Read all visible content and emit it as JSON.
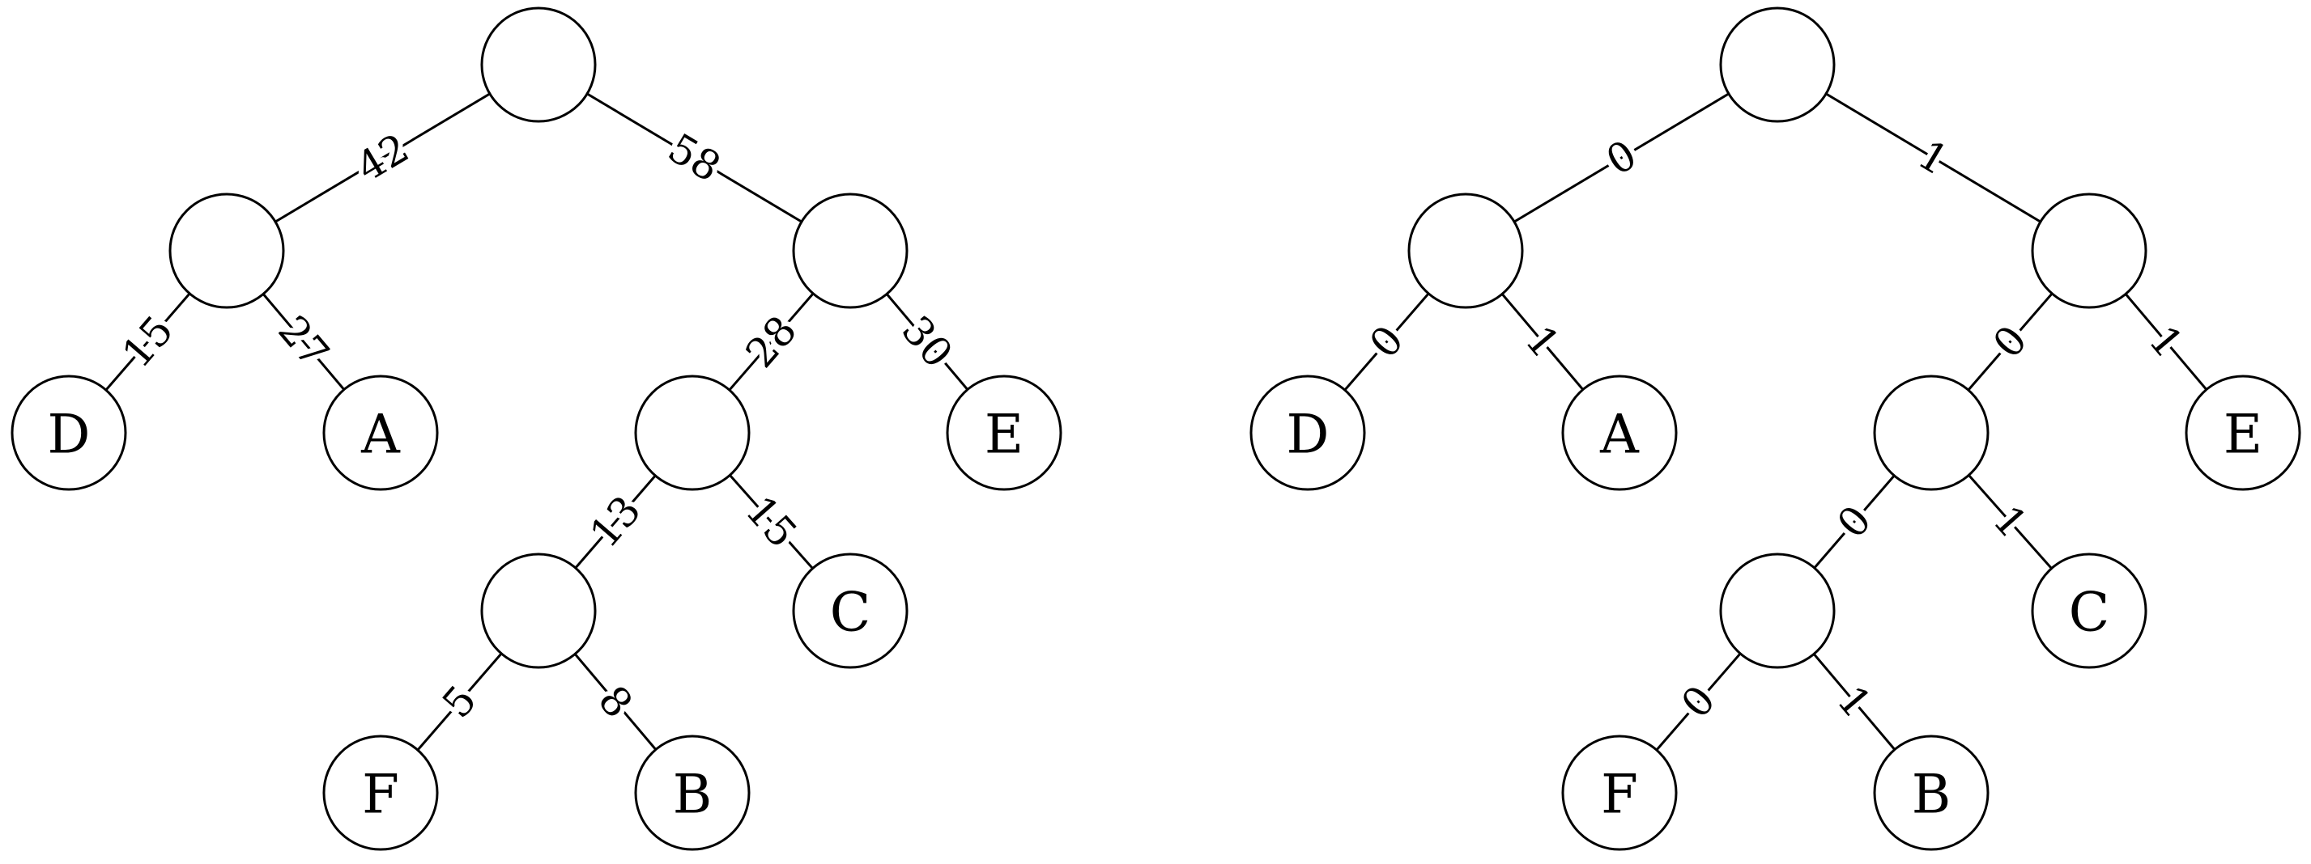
{
  "trees": [
    {
      "id": "weights",
      "nodes": [
        {
          "id": "root",
          "label": ""
        },
        {
          "id": "n42",
          "label": ""
        },
        {
          "id": "n58",
          "label": ""
        },
        {
          "id": "D",
          "label": "D"
        },
        {
          "id": "A",
          "label": "A"
        },
        {
          "id": "n28",
          "label": ""
        },
        {
          "id": "E",
          "label": "E"
        },
        {
          "id": "n13",
          "label": ""
        },
        {
          "id": "C",
          "label": "C"
        },
        {
          "id": "F",
          "label": "F"
        },
        {
          "id": "B",
          "label": "B"
        }
      ],
      "edges": [
        {
          "from": "root",
          "to": "n42",
          "label": "42"
        },
        {
          "from": "root",
          "to": "n58",
          "label": "58"
        },
        {
          "from": "n42",
          "to": "D",
          "label": "15"
        },
        {
          "from": "n42",
          "to": "A",
          "label": "27"
        },
        {
          "from": "n58",
          "to": "n28",
          "label": "28"
        },
        {
          "from": "n58",
          "to": "E",
          "label": "30"
        },
        {
          "from": "n28",
          "to": "n13",
          "label": "13"
        },
        {
          "from": "n28",
          "to": "C",
          "label": "15"
        },
        {
          "from": "n13",
          "to": "F",
          "label": "5"
        },
        {
          "from": "n13",
          "to": "B",
          "label": "8"
        }
      ]
    },
    {
      "id": "codes",
      "nodes": [
        {
          "id": "root",
          "label": ""
        },
        {
          "id": "n42",
          "label": ""
        },
        {
          "id": "n58",
          "label": ""
        },
        {
          "id": "D",
          "label": "D"
        },
        {
          "id": "A",
          "label": "A"
        },
        {
          "id": "n28",
          "label": ""
        },
        {
          "id": "E",
          "label": "E"
        },
        {
          "id": "n13",
          "label": ""
        },
        {
          "id": "C",
          "label": "C"
        },
        {
          "id": "F",
          "label": "F"
        },
        {
          "id": "B",
          "label": "B"
        }
      ],
      "edges": [
        {
          "from": "root",
          "to": "n42",
          "label": "0"
        },
        {
          "from": "root",
          "to": "n58",
          "label": "1"
        },
        {
          "from": "n42",
          "to": "D",
          "label": "0"
        },
        {
          "from": "n42",
          "to": "A",
          "label": "1"
        },
        {
          "from": "n58",
          "to": "n28",
          "label": "0"
        },
        {
          "from": "n58",
          "to": "E",
          "label": "1"
        },
        {
          "from": "n28",
          "to": "n13",
          "label": "0"
        },
        {
          "from": "n28",
          "to": "C",
          "label": "1"
        },
        {
          "from": "n13",
          "to": "F",
          "label": "0"
        },
        {
          "from": "n13",
          "to": "B",
          "label": "1"
        }
      ]
    }
  ]
}
